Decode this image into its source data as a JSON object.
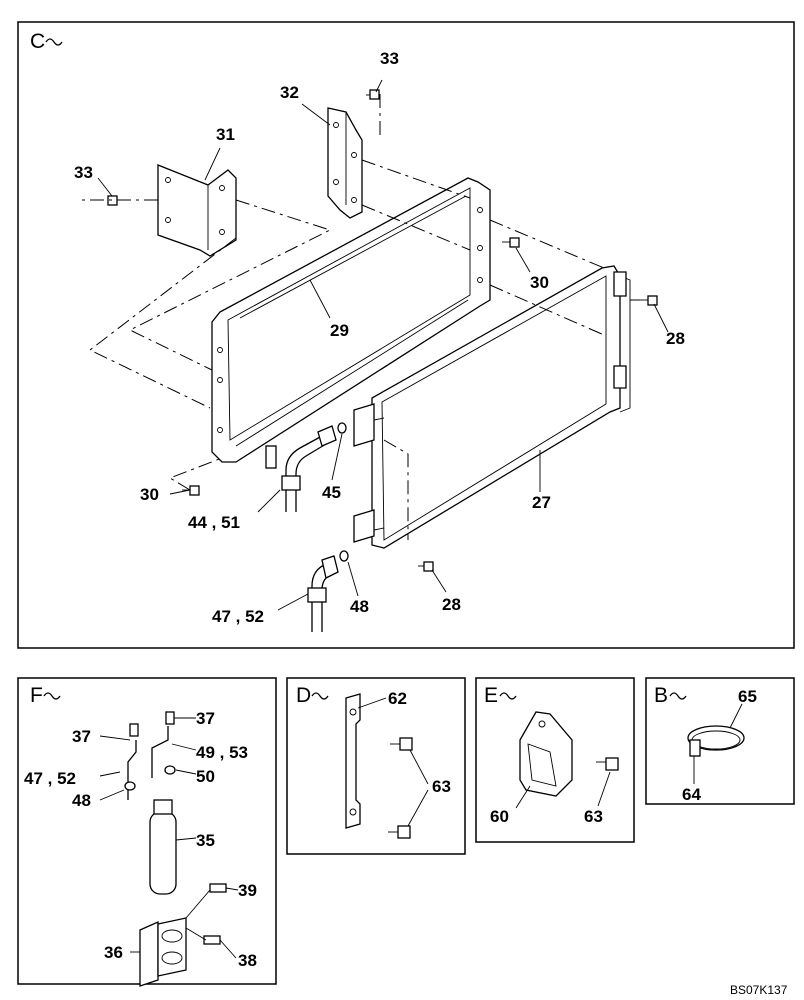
{
  "sections": {
    "C": {
      "tag": "C"
    },
    "F": {
      "tag": "F"
    },
    "D": {
      "tag": "D"
    },
    "E": {
      "tag": "E"
    },
    "B": {
      "tag": "B"
    }
  },
  "callouts": {
    "c33a": "33",
    "c32": "32",
    "c31": "31",
    "c33b": "33",
    "c30a": "30",
    "c28a": "28",
    "c29": "29",
    "c45": "45",
    "c27": "27",
    "c30b": "30",
    "c4451": "44 , 51",
    "c4752": "47 , 52",
    "c48": "48",
    "c28b": "28",
    "f37a": "37",
    "f37b": "37",
    "f4953": "49 , 53",
    "f4752": "47 , 52",
    "f50": "50",
    "f48": "48",
    "f35": "35",
    "f39": "39",
    "f36": "36",
    "f38": "38",
    "d62": "62",
    "d63": "63",
    "e60": "60",
    "e63": "63",
    "b65": "65",
    "b64": "64"
  },
  "reference_code": "BS07K137"
}
